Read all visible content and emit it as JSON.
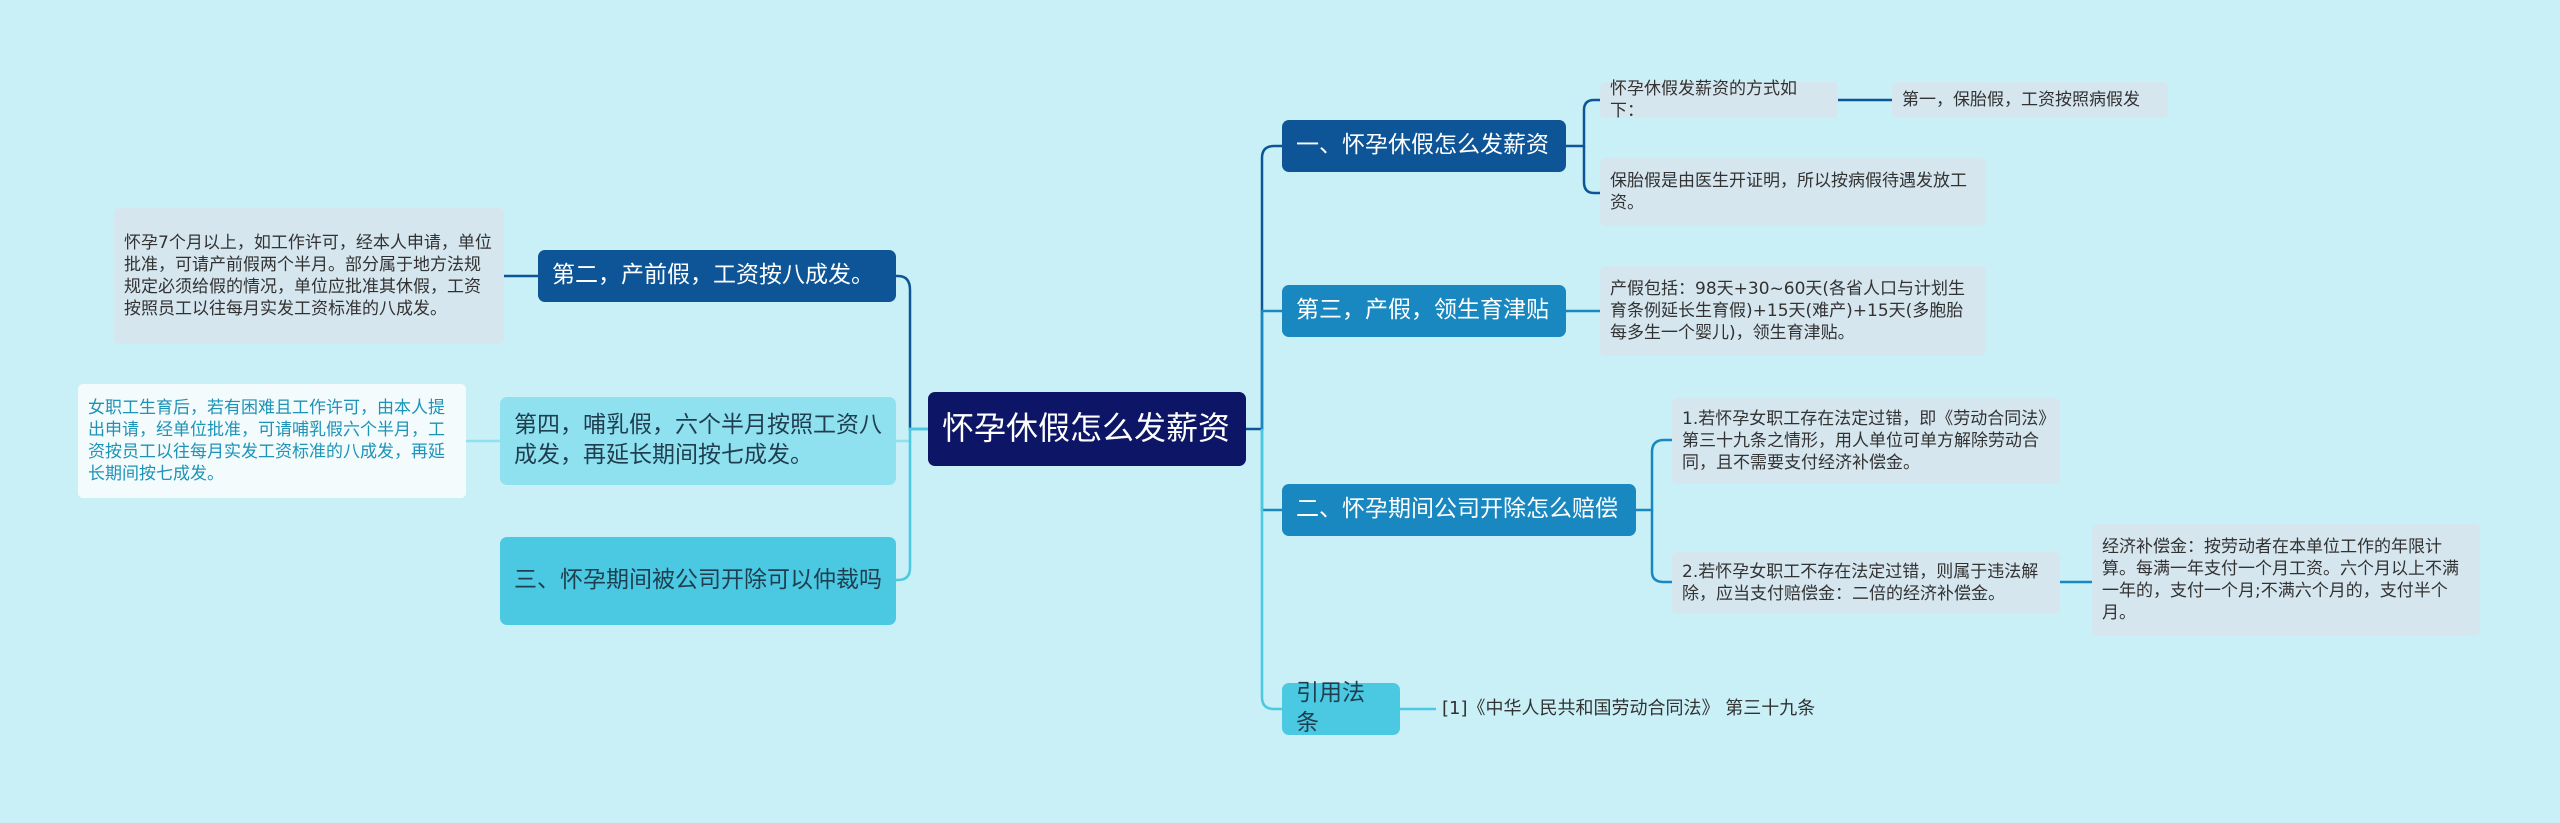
{
  "root": {
    "label": "怀孕休假怎么发薪资"
  },
  "right": {
    "branch1": {
      "label": "一、怀孕休假怎么发薪资",
      "child1": "怀孕休假发薪资的方式如下：",
      "child1_sub": "第一，保胎假，工资按照病假发",
      "child2": "保胎假是由医生开证明，所以按病假待遇发放工资。"
    },
    "branch2": {
      "label": "第三，产假，领生育津贴",
      "child1": "产假包括：98天+30~60天(各省人口与计划生育条例延长生育假)+15天(难产)+15天(多胞胎每多生一个婴儿)，领生育津贴。"
    },
    "branch3": {
      "label": "二、怀孕期间公司开除怎么赔偿",
      "child1": "1.若怀孕女职工存在法定过错，即《劳动合同法》第三十九条之情形，用人单位可单方解除劳动合同，且不需要支付经济补偿金。",
      "child2": "2.若怀孕女职工不存在法定过错，则属于违法解除，应当支付赔偿金：二倍的经济补偿金。",
      "child2_sub": "经济补偿金：按劳动者在本单位工作的年限计算。每满一年支付一个月工资。六个月以上不满一年的，支付一个月;不满六个月的，支付半个月。"
    },
    "branch4": {
      "label": "引用法条",
      "child1": "[1]《中华人民共和国劳动合同法》 第三十九条"
    }
  },
  "left": {
    "branch1": {
      "label": "第二，产前假，工资按八成发。",
      "child1": "怀孕7个月以上，如工作许可，经本人申请，单位批准，可请产前假两个半月。部分属于地方法规规定必须给假的情况，单位应批准其休假，工资按照员工以往每月实发工资标准的八成发。"
    },
    "branch2": {
      "label": "第四，哺乳假，六个半月按照工资八成发，再延长期间按七成发。",
      "child1": "女职工生育后，若有困难且工作许可，由本人提出申请，经单位批准，可请哺乳假六个半月，工资按员工以往每月实发工资标准的八成发，再延长期间按七成发。"
    },
    "branch3": {
      "label": "三、怀孕期间被公司开除可以仲裁吗"
    }
  },
  "colors": {
    "background": "#c9f0f7",
    "root": "#0c1566",
    "dark_branch": "#0d5596",
    "mid_branch": "#1a88c0",
    "light_branch": "#4bc9e2",
    "pale_branch": "#8fe1f0",
    "leaf": "#d6e6ef"
  }
}
